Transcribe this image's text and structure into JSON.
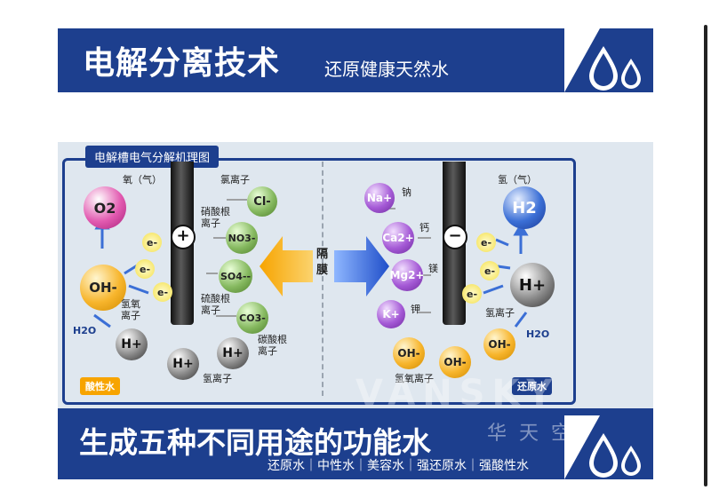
{
  "header": {
    "title": "电解分离技术",
    "subtitle": "还原健康天然水"
  },
  "diagram": {
    "caption": "电解槽电气分解机理图",
    "membrane": "隔膜",
    "anode_sign": "+",
    "cathode_sign": "−",
    "left": {
      "badge": "酸性水",
      "o2": "O2",
      "o2_label": "氧（气）",
      "oh": "OH-",
      "oh_label": "氢氧\n离子",
      "e": "e-",
      "h2o": "H2O",
      "h": "H+",
      "cl": "Cl-",
      "cl_label": "氯离子",
      "no3": "NO3-",
      "no3_label": "硝酸根\n离子",
      "so4": "SO4--",
      "so4_label": "硫酸根\n离子",
      "co3": "CO3-",
      "co3_label": "碳酸根\n离子",
      "h_label": "氢离子"
    },
    "right": {
      "badge": "还原水",
      "h2": "H2",
      "h2_label": "氢（气）",
      "na": "Na+",
      "na_label": "钠",
      "ca": "Ca2+",
      "ca_label": "钙",
      "mg": "Mg2+",
      "mg_label": "镁",
      "k": "K+",
      "k_label": "钾",
      "h": "H+",
      "h_label": "氢离子",
      "h2o": "H2O",
      "oh": "OH-",
      "oh_label": "氢氧离子",
      "e": "e-"
    }
  },
  "footer": {
    "title": "生成五种不同用途的功能水",
    "subtitle": "还原水｜中性水｜美容水｜强还原水｜强酸性水",
    "watermark": "VANSKY",
    "watermark_cn": "华天空"
  },
  "colors": {
    "brand_blue": "#1d3f8e",
    "orange": "#f7b52c",
    "arrow_blue": "#2c5fd8"
  }
}
